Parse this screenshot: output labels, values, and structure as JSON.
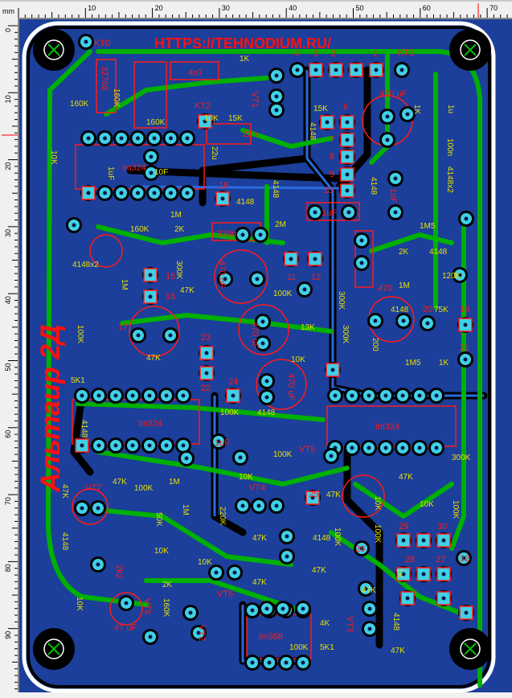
{
  "ruler": {
    "unit": "mm",
    "top_labels": [
      "10",
      "20",
      "30",
      "40",
      "50",
      "60",
      "70"
    ],
    "left_labels": [
      "0",
      "10",
      "20",
      "30",
      "40",
      "50",
      "60",
      "70",
      "80",
      "90"
    ],
    "marker_color": "#ff0000"
  },
  "board": {
    "url_text": "HTTPS://TEHNODIUM.RU/",
    "title": "Альтаир 2Д",
    "colors": {
      "board": "#1b3f9a",
      "trace": "#00b000",
      "pad": "#40d0e8",
      "silk_red": "#ff1a1a",
      "silk_yellow": "#e8e000",
      "outline": "#ffffff"
    },
    "red_labels": [
      "KT0",
      "KT1",
      "KT2",
      "32768",
      "4n7",
      "22n",
      "lm324",
      "lm324",
      "lm324",
      "lm358",
      "4",
      "3",
      "2",
      "1",
      "6",
      "7",
      "8",
      "9",
      "10",
      "18",
      "470 uF",
      "1uF",
      "1uF",
      "330n",
      "11",
      "12",
      "15",
      "16",
      "470 uF",
      "470 uF",
      "470 uF",
      "23",
      "22",
      "24",
      "19",
      "20",
      "21",
      "470",
      "VT1",
      "VT4",
      "VT7",
      "VT6",
      "VT2",
      "VT8",
      "VT5",
      "VT3",
      "25",
      "26",
      "27",
      "28",
      "29",
      "30",
      "32",
      "47 uF",
      "2k2",
      "1uF",
      "17"
    ],
    "yellow_labels": [
      "1K",
      "15K",
      "10K",
      "160K",
      "160K",
      "160K",
      "10K",
      "1uF",
      "10F",
      "22u",
      "4148",
      "4148",
      "15K",
      "4148",
      "1K",
      "1u",
      "100n",
      "4148x2",
      "4148",
      "1M5",
      "1M",
      "160K",
      "2K",
      "2M",
      "4148x2",
      "1M",
      "300K",
      "47K",
      "100K",
      "300K",
      "300K",
      "13K",
      "10K",
      "2K",
      "4148",
      "120K",
      "1M",
      "4148",
      "75K",
      "1M5",
      "1K",
      "200",
      "100K",
      "47K",
      "5K1",
      "4148",
      "100K",
      "4148",
      "100K",
      "10K",
      "1M",
      "47K",
      "47K",
      "100K",
      "50K",
      "1M",
      "220K",
      "47K",
      "47K",
      "10K",
      "10K",
      "300K",
      "100K",
      "4148",
      "10K",
      "2K",
      "10K",
      "47K",
      "47K",
      "4148",
      "47K",
      "47K",
      "100K",
      "1K",
      "100K",
      "10K",
      "160K",
      "4148",
      "4K",
      "5K1",
      "100K",
      "47K"
    ]
  }
}
